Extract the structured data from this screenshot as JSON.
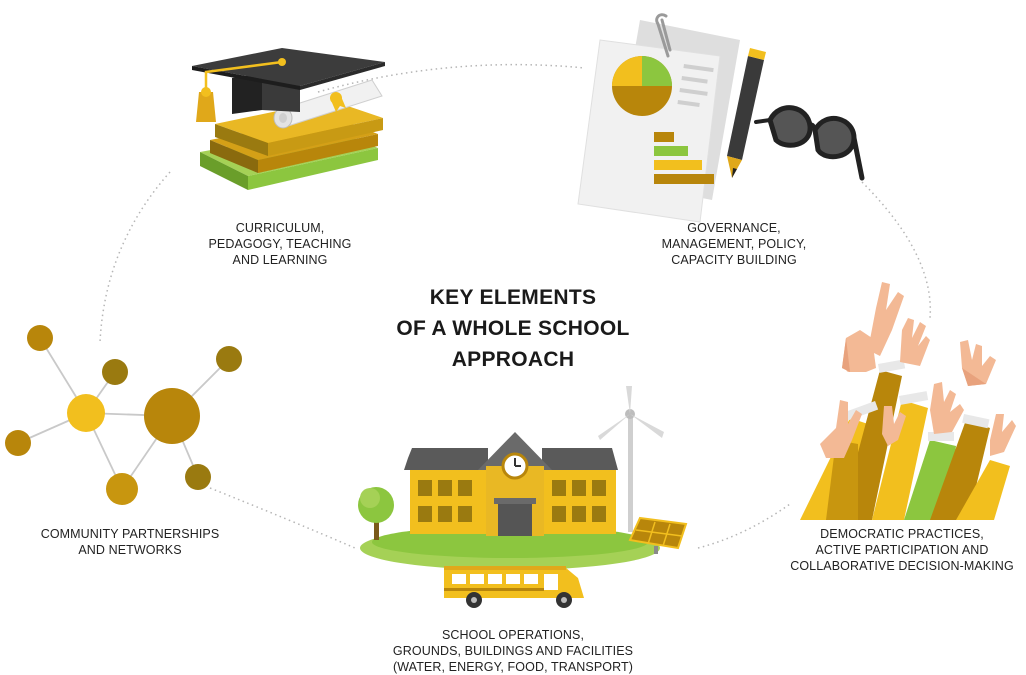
{
  "title": {
    "lines": [
      "KEY ELEMENTS",
      "OF A WHOLE SCHOOL",
      "APPROACH"
    ]
  },
  "elements": [
    {
      "id": "curriculum",
      "icon": "graduation-books-icon",
      "lines": [
        "CURRICULUM,",
        "PEDAGOGY, TEACHING",
        "AND LEARNING"
      ]
    },
    {
      "id": "governance",
      "icon": "documents-chart-icon",
      "lines": [
        "GOVERNANCE,",
        "MANAGEMENT, POLICY,",
        "CAPACITY BUILDING"
      ]
    },
    {
      "id": "democratic",
      "icon": "raised-hands-icon",
      "lines": [
        "DEMOCRATIC PRACTICES,",
        "ACTIVE PARTICIPATION AND",
        "COLLABORATIVE DECISION-MAKING"
      ]
    },
    {
      "id": "operations",
      "icon": "school-building-icon",
      "lines": [
        "SCHOOL OPERATIONS,",
        "GROUNDS, BUILDINGS AND FACILITIES",
        "(WATER, ENERGY, FOOD, TRANSPORT)"
      ]
    },
    {
      "id": "community",
      "icon": "network-nodes-icon",
      "lines": [
        "COMMUNITY PARTNERSHIPS",
        "AND NETWORKS"
      ]
    }
  ],
  "colors": {
    "gold": "#f2bf1e",
    "ochre": "#b8860b",
    "olive": "#9a7a10",
    "green": "#8cc63f",
    "dark": "#333333",
    "connector": "#b5b5b5"
  }
}
